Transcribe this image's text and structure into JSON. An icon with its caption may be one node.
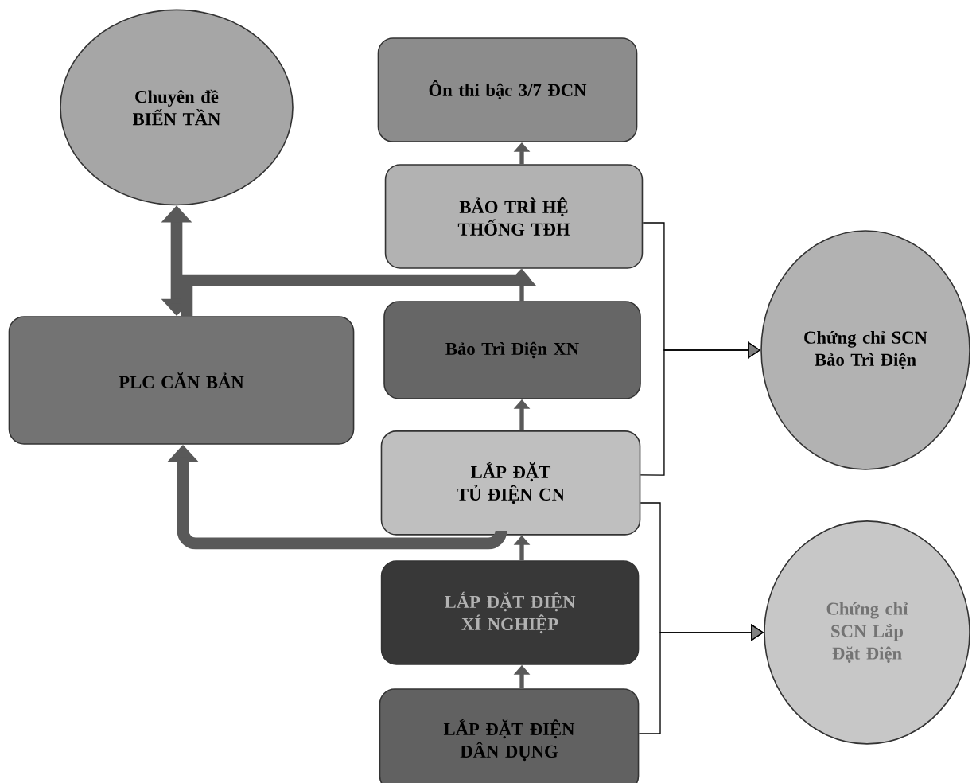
{
  "diagram": {
    "nodes": [
      {
        "text": [
          "Chuyên đề BIẾN TẦN"
        ]
      },
      {
        "text": [
          "Ôn thi bậc 3/7 ĐCN"
        ]
      },
      {
        "text": [
          "BẢO TRÌ HỆ THỐNG TĐH"
        ]
      },
      {
        "text": [
          "PLC CĂN BẢN"
        ]
      },
      {
        "text": [
          "Bảo Trì Điện XN"
        ]
      },
      {
        "text": [
          "Chứng chỉ SCN Bảo Trì Điện"
        ]
      },
      {
        "text": [
          "LẮP ĐẶT TỦ ĐIỆN CN"
        ]
      },
      {
        "text": [
          "LẮP ĐẶT ĐIỆN XÍ NGHIỆP"
        ]
      },
      {
        "text": [
          "LẮP ĐẶT ĐIỆN DÂN DỤNG"
        ]
      },
      {
        "text": [
          "Chứng chỉ SCN Lắp Đặt Điện"
        ]
      }
    ],
    "edges": [
      {
        "from": 2,
        "to": 1,
        "arrow": "to"
      },
      {
        "from": 0,
        "to": 3,
        "arrow": "both",
        "style": "thick"
      },
      {
        "from": 3,
        "to": 2,
        "arrow": "to",
        "style": "thick"
      },
      {
        "from": 4,
        "to": 2,
        "arrow": "to"
      },
      {
        "from": 6,
        "to": 4,
        "arrow": "to"
      },
      {
        "from": 6,
        "to": 3,
        "arrow": "to",
        "style": "thick"
      },
      {
        "from": 7,
        "to": 6,
        "arrow": "to"
      },
      {
        "from": 8,
        "to": 7,
        "arrow": "to"
      },
      {
        "from": 2,
        "to": 5,
        "arrow": "to"
      },
      {
        "from": 6,
        "to": 5,
        "arrow": "to"
      },
      {
        "from": 6,
        "to": 9,
        "arrow": "to"
      },
      {
        "from": 8,
        "to": 9,
        "arrow": "to"
      }
    ]
  }
}
